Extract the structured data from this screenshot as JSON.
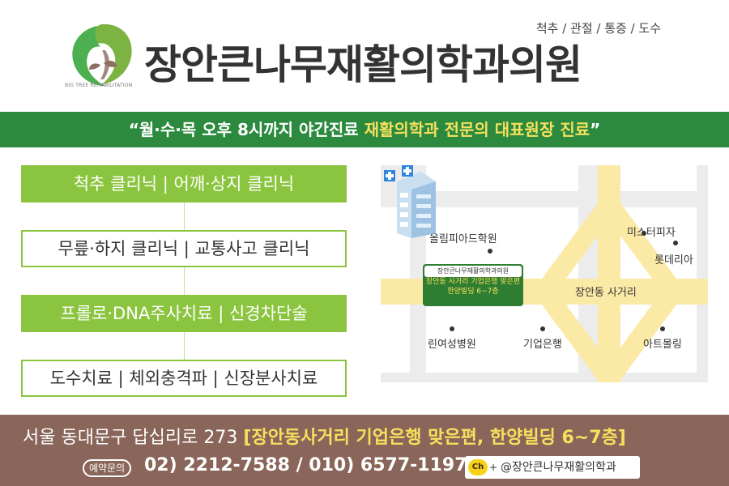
{
  "header": {
    "logo_text": "BIG TREE REHABILITATION",
    "clinic_name": "장안큰나무재활의학과의원",
    "specialties": "척추 / 관절 / 통증 / 도수"
  },
  "slogan": {
    "part1": "“월·수·목 오후 8시까지 야간진료 ",
    "highlight": "재활의학과 전문의 대표원장 진료",
    "part2": "”"
  },
  "clinics": [
    {
      "label": "척추 클리닉 | 어깨·상지 클리닉",
      "style": "filled"
    },
    {
      "label": "무릎·하지 클리닉 | 교통사고 클리닉",
      "style": "outline"
    },
    {
      "label": "프롤로·DNA주사치료 | 신경차단술",
      "style": "filled"
    },
    {
      "label": "도수치료 | 체외충격파 | 신장분사치료",
      "style": "outline"
    }
  ],
  "map": {
    "labels": {
      "olympiad": "올림피아드학원",
      "mister_pizza": "미스터피자",
      "lotteria": "롯데리아",
      "jangan_intersection": "장안동 사거리",
      "rinyeo_hospital": "린여성병원",
      "ibk_bank": "기업은행",
      "art_mall": "아트몰링"
    },
    "sign": {
      "title": "장안큰나무재활의학과의원",
      "line1": "장안동 사거리 기업은행 맞은편",
      "line2": "한양빌딩 6~7층"
    },
    "colors": {
      "road": "#ececec",
      "main_road": "#fbe9a6",
      "block": "#ffffff"
    }
  },
  "footer": {
    "address_main": "서울 동대문구 답십리로 273 ",
    "address_hl": "[장안동사거리 기업은행 맞은편, 한양빌딩 6~7층]",
    "reserve_label": "예약문의",
    "phones": "02) 2212-7588 / 010) 6577-1197",
    "kakao_icon": "Ch",
    "kakao_plus": "+",
    "kakao_id": "@장안큰나무재활의학과"
  },
  "colors": {
    "brand_green": "#2b8a3e",
    "light_green": "#8bc53f",
    "footer_brown": "#8a6559",
    "highlight_yellow": "#f6e05e"
  }
}
